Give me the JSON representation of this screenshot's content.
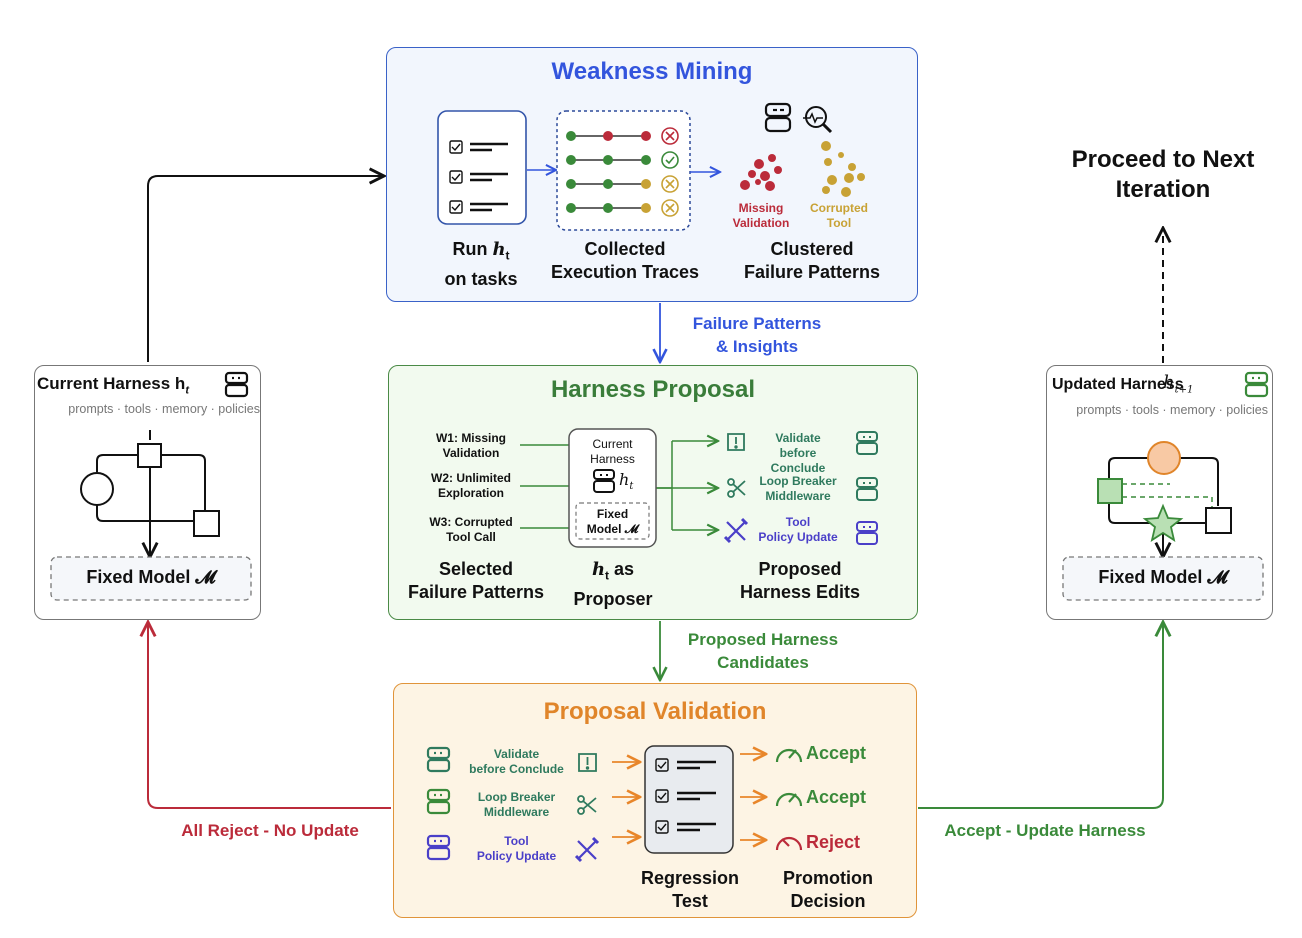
{
  "colors": {
    "blue": "#3355dd",
    "green": "#3a7d3a",
    "orange": "#e0852a",
    "red": "#bb2b3a",
    "gold": "#c8a235",
    "purple": "#4a3fc8",
    "teal": "#2f7a5e"
  },
  "weakness_mining": {
    "title": "Weakness Mining",
    "run_label": "Run h_t\non tasks",
    "traces_label": "Collected\nExecution Traces",
    "clusters_label": "Clustered\nFailure Patterns",
    "cluster_a": "Missing\nValidation",
    "cluster_b": "Corrupted\nTool",
    "icons": [
      "robot-icon",
      "magnifier-pulse-icon",
      "checklist-icon",
      "x-circle-icon",
      "check-circle-icon"
    ]
  },
  "flow_labels": {
    "failure_patterns": "Failure Patterns\n& Insights",
    "proposed_candidates": "Proposed Harness\nCandidates",
    "all_reject": "All Reject - No Update",
    "accept_update": "Accept - Update Harness",
    "next_iteration": "Proceed to Next\nIteration"
  },
  "current_harness": {
    "title": "Current Harness h",
    "subscript": "t",
    "subtitle": "prompts · tools · memory · policies",
    "model": "Fixed Model 𝓜"
  },
  "updated_harness": {
    "title": "Updated Harness",
    "overlay": "h",
    "overlay_sub": "t+1",
    "subtitle": "prompts · tools · memory · policies",
    "model": "Fixed Model 𝓜"
  },
  "harness_proposal": {
    "title": "Harness Proposal",
    "weaknesses": [
      "W1: Missing\nValidation",
      "W2: Unlimited\nExploration",
      "W3: Corrupted\nTool Call"
    ],
    "proposer_top": "Current\nHarness",
    "proposer_h": "h",
    "proposer_sub": "t",
    "proposer_model": "Fixed\nModel 𝓜",
    "edits": [
      "Validate\nbefore Conclude",
      "Loop Breaker\nMiddleware",
      "Tool\nPolicy Update"
    ],
    "caption_left": "Selected\nFailure Patterns",
    "caption_mid": "h_t as\nProposer",
    "caption_right": "Proposed\nHarness Edits"
  },
  "proposal_validation": {
    "title": "Proposal Validation",
    "edits": [
      "Validate\nbefore Conclude",
      "Loop Breaker\nMiddleware",
      "Tool\nPolicy Update"
    ],
    "decisions": [
      "Accept",
      "Accept",
      "Reject"
    ],
    "caption_test": "Regression\nTest",
    "caption_decision": "Promotion\nDecision"
  }
}
